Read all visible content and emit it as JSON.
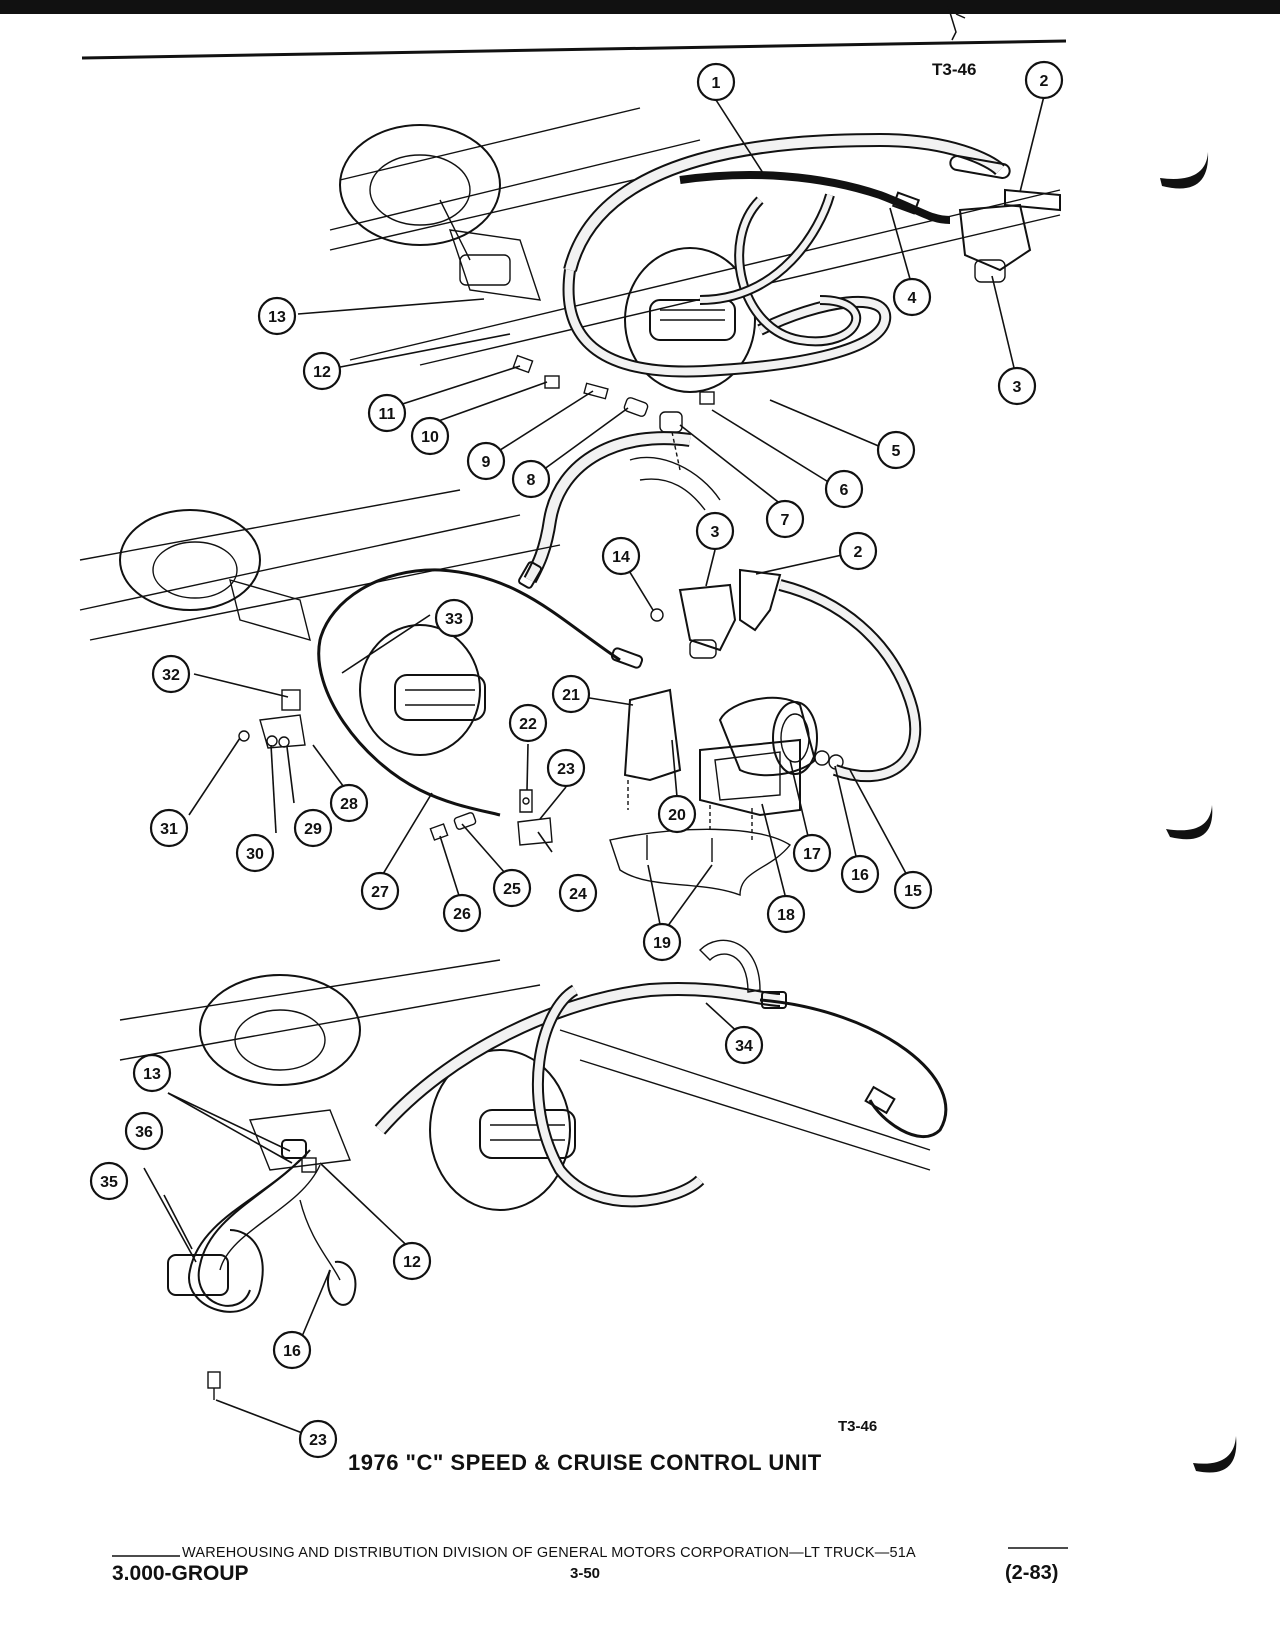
{
  "page": {
    "figure_code": "T3-46",
    "figure_code_bottom": "T3-46",
    "caption": "1976 \"C\" SPEED & CRUISE CONTROL UNIT",
    "footer_text": "WAREHOUSING AND DISTRIBUTION  DIVISION OF GENERAL MOTORS CORPORATION—LT TRUCK—51A",
    "group_code": "3.000-GROUP",
    "page_number": "3-50",
    "revision": "(2-83)"
  },
  "callouts": {
    "top": [
      "1",
      "2",
      "3",
      "4",
      "5",
      "6",
      "7",
      "8",
      "9",
      "10",
      "11",
      "12",
      "13"
    ],
    "middle": [
      "2",
      "3",
      "14",
      "15",
      "16",
      "17",
      "18",
      "19",
      "20",
      "21",
      "22",
      "23",
      "24",
      "25",
      "26",
      "27",
      "28",
      "29",
      "30",
      "31",
      "32",
      "33"
    ],
    "bottom": [
      "12",
      "13",
      "16",
      "23",
      "34",
      "35",
      "36"
    ]
  },
  "colors": {
    "ink": "#111111",
    "paper": "#ffffff",
    "hose_fill": "#f2f2f2"
  }
}
